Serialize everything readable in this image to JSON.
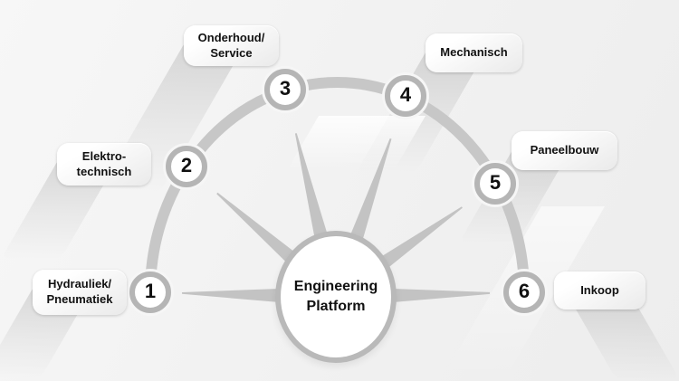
{
  "hub": {
    "title_line1": "Engineering",
    "title_line2": "Platform"
  },
  "nodes": [
    {
      "number": "1",
      "label_line1": "Hydrauliek/",
      "label_line2": "Pneumatiek"
    },
    {
      "number": "2",
      "label_line1": "Elektro-",
      "label_line2": "technisch"
    },
    {
      "number": "3",
      "label_line1": "Onderhoud/",
      "label_line2": "Service"
    },
    {
      "number": "4",
      "label_line1": "Mechanisch",
      "label_line2": ""
    },
    {
      "number": "5",
      "label_line1": "Paneelbouw",
      "label_line2": ""
    },
    {
      "number": "6",
      "label_line1": "Inkoop",
      "label_line2": ""
    }
  ],
  "colors": {
    "bg": "#f1f1f1",
    "arc": "#c7c7c7",
    "spoke": "#c3c3c3",
    "ring": "#b5b5b5",
    "center_ring": "#b9b9b9",
    "text": "#111111"
  }
}
